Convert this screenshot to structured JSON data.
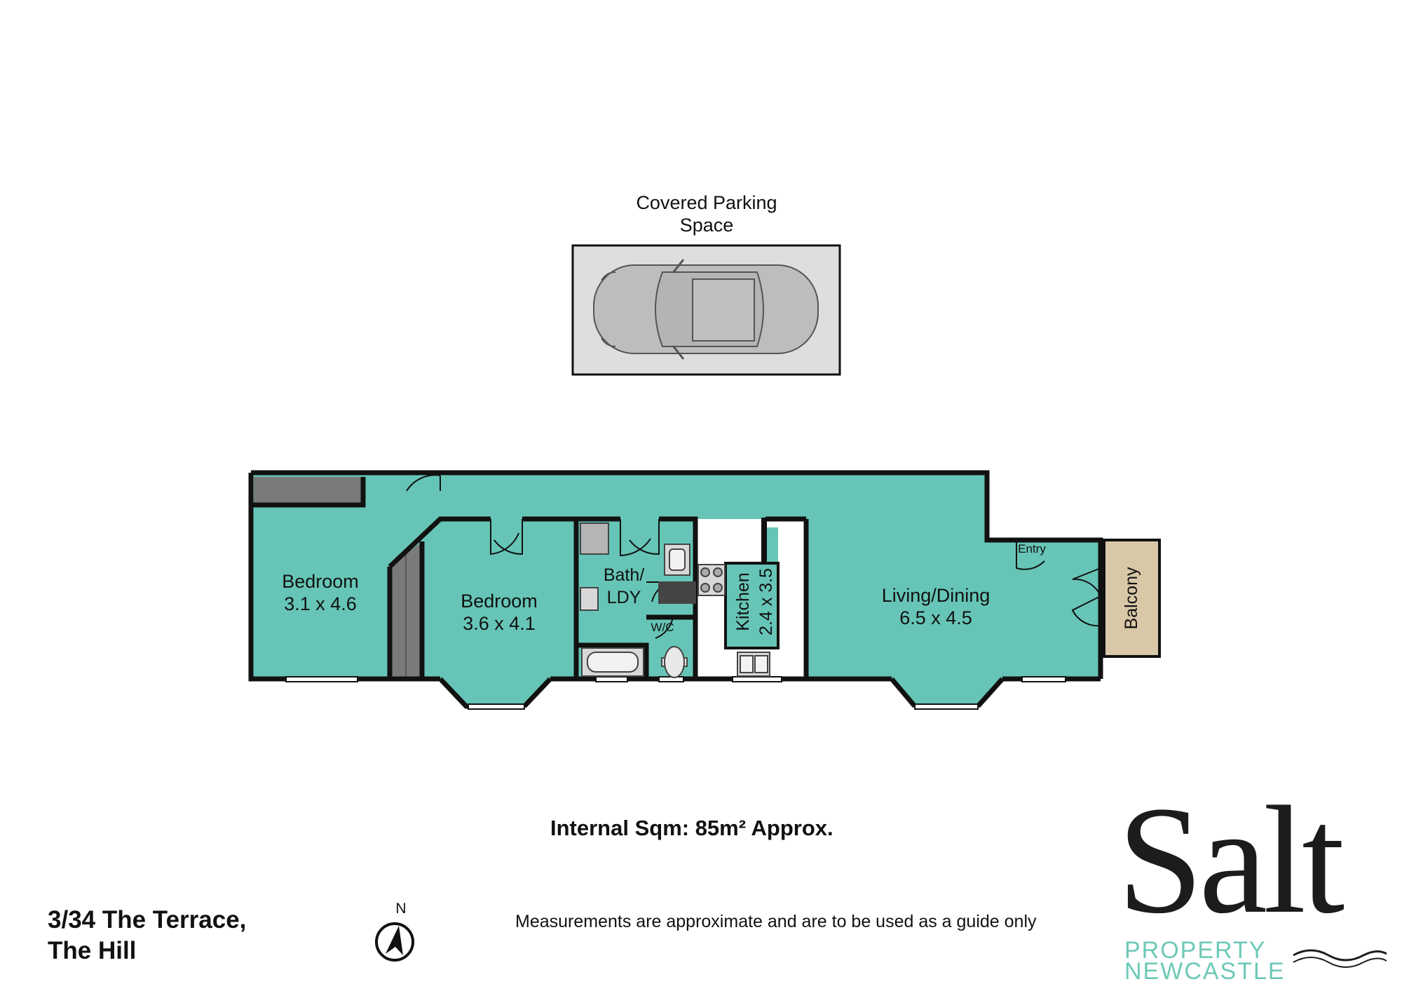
{
  "parking": {
    "label_line1": "Covered Parking",
    "label_line2": "Space"
  },
  "rooms": {
    "bedroom1": {
      "name": "Bedroom",
      "dims": "3.1 x 4.6"
    },
    "bedroom2": {
      "name": "Bedroom",
      "dims": "3.6 x 4.1"
    },
    "bath": {
      "line1": "Bath/",
      "line2": "LDY"
    },
    "wc": "W/C",
    "kitchen": {
      "name": "Kitchen",
      "dims": "2.4 x 3.5"
    },
    "living": {
      "name": "Living/Dining",
      "dims": "6.5 x 4.5"
    },
    "entry": "Entry",
    "balcony": "Balcony"
  },
  "compass": {
    "label": "N"
  },
  "address": {
    "line1": "3/34 The Terrace,",
    "line2": "The Hill"
  },
  "internal_area": "Internal Sqm: 85m² Approx.",
  "disclaimer": "Measurements are approximate and are to be used as a guide only",
  "logo": {
    "word": "Salt",
    "line1": "PROPERTY",
    "line2": "NEWCASTLE"
  },
  "colors": {
    "room_fill": "#66c5b6",
    "wall": "#111111",
    "parking_fill": "#dcdfdb",
    "car_fill": "#bdbdbd",
    "balcony_fill": "#d9c8a8",
    "logo_accent": "#6ec9b7"
  }
}
